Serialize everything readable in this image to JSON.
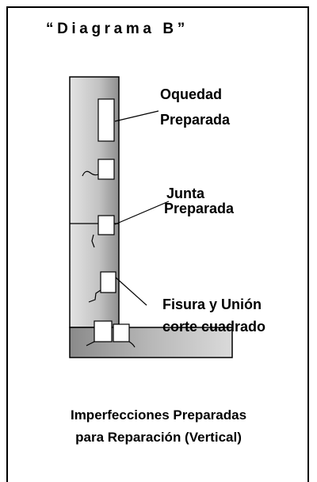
{
  "title": "“Diagrama B”",
  "labels": {
    "oquedad_line1": "Oquedad",
    "oquedad_line2": "Preparada",
    "junta_line1": "Junta",
    "junta_line2": "Preparada",
    "fisura_line1": "Fisura y Unión",
    "fisura_line2": "corte cuadrado"
  },
  "caption": {
    "line1": "Imperfecciones Preparadas",
    "line2": "para Reparación (Vertical)"
  }
}
